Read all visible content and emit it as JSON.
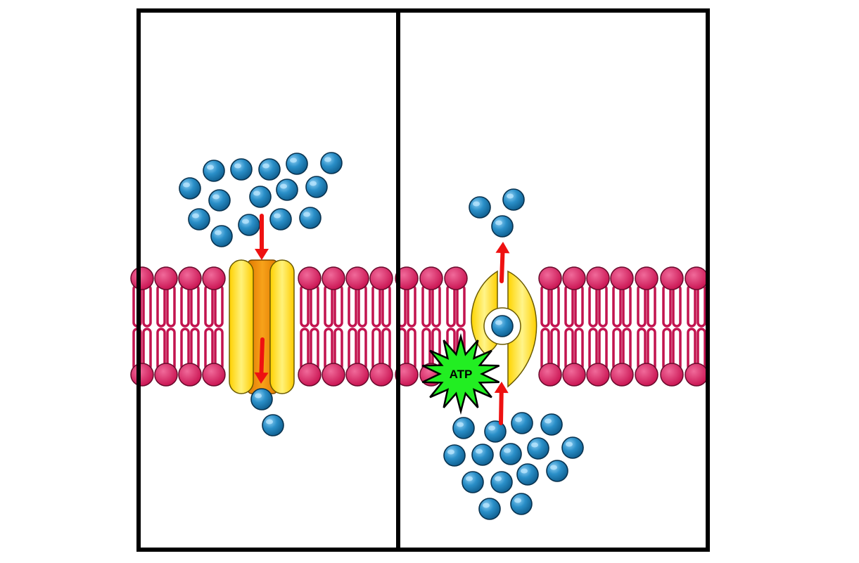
{
  "diagram": {
    "panels": [
      {
        "id": "passive-transport",
        "channel": "channel-protein"
      },
      {
        "id": "active-transport",
        "pump": "pump-protein",
        "energy_label": "ATP"
      }
    ]
  },
  "colors": {
    "frame": "#000000",
    "phospholipid_head": "#e0185f",
    "phospholipid_tail": "#c2134f",
    "protein_yellow": "#ffe01a",
    "protein_orange": "#f09000",
    "molecule": "#1e7fb8",
    "arrow": "#ee1111",
    "atp_burst": "#22ee22"
  },
  "icons": {
    "molecule": "blue-sphere",
    "arrow": "red-arrow",
    "atp": "green-starburst"
  }
}
